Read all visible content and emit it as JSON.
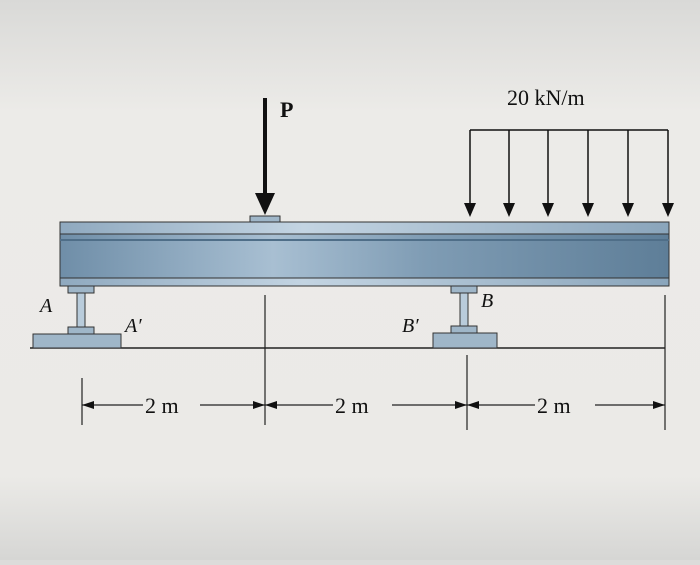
{
  "diagram": {
    "load_P_label": "P",
    "distributed_load_label": "20 kN/m",
    "support_A_label": "A",
    "support_A_prime_label": "A′",
    "support_B_label": "B",
    "support_B_prime_label": "B′",
    "dimensions": [
      {
        "label": "2 m"
      },
      {
        "label": "2 m"
      },
      {
        "label": "2 m"
      }
    ]
  },
  "colors": {
    "background": "#dcdcda",
    "paper": "#ecebe8",
    "beam_body": "#7f9cb4",
    "beam_flange": "#a9c1d4",
    "beam_web_stripe": "#5f7f99",
    "support_plate": "#9fb6c8",
    "ink": "#111111"
  }
}
